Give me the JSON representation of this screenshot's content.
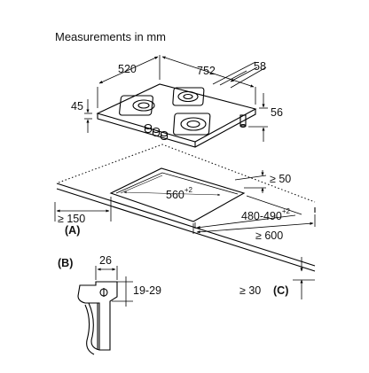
{
  "title": "Measurements in mm",
  "dimensions": {
    "depth": "520",
    "width": "752",
    "back_edge": "58",
    "height_left": "45",
    "height_right": "56",
    "rear_clearance": "≥ 50",
    "cutout_width": "560",
    "cutout_width_tol": "+2",
    "cutout_depth": "480-490",
    "cutout_depth_tol": "+2",
    "front_clearance": "≥ 150",
    "front_clearance_ref": "(A)",
    "side_clearance": "≥ 600",
    "detail_ref": "(B)",
    "clamp_width": "26",
    "clamp_range": "19-29",
    "worktop_clearance": "≥ 30",
    "worktop_ref": "(C)"
  }
}
